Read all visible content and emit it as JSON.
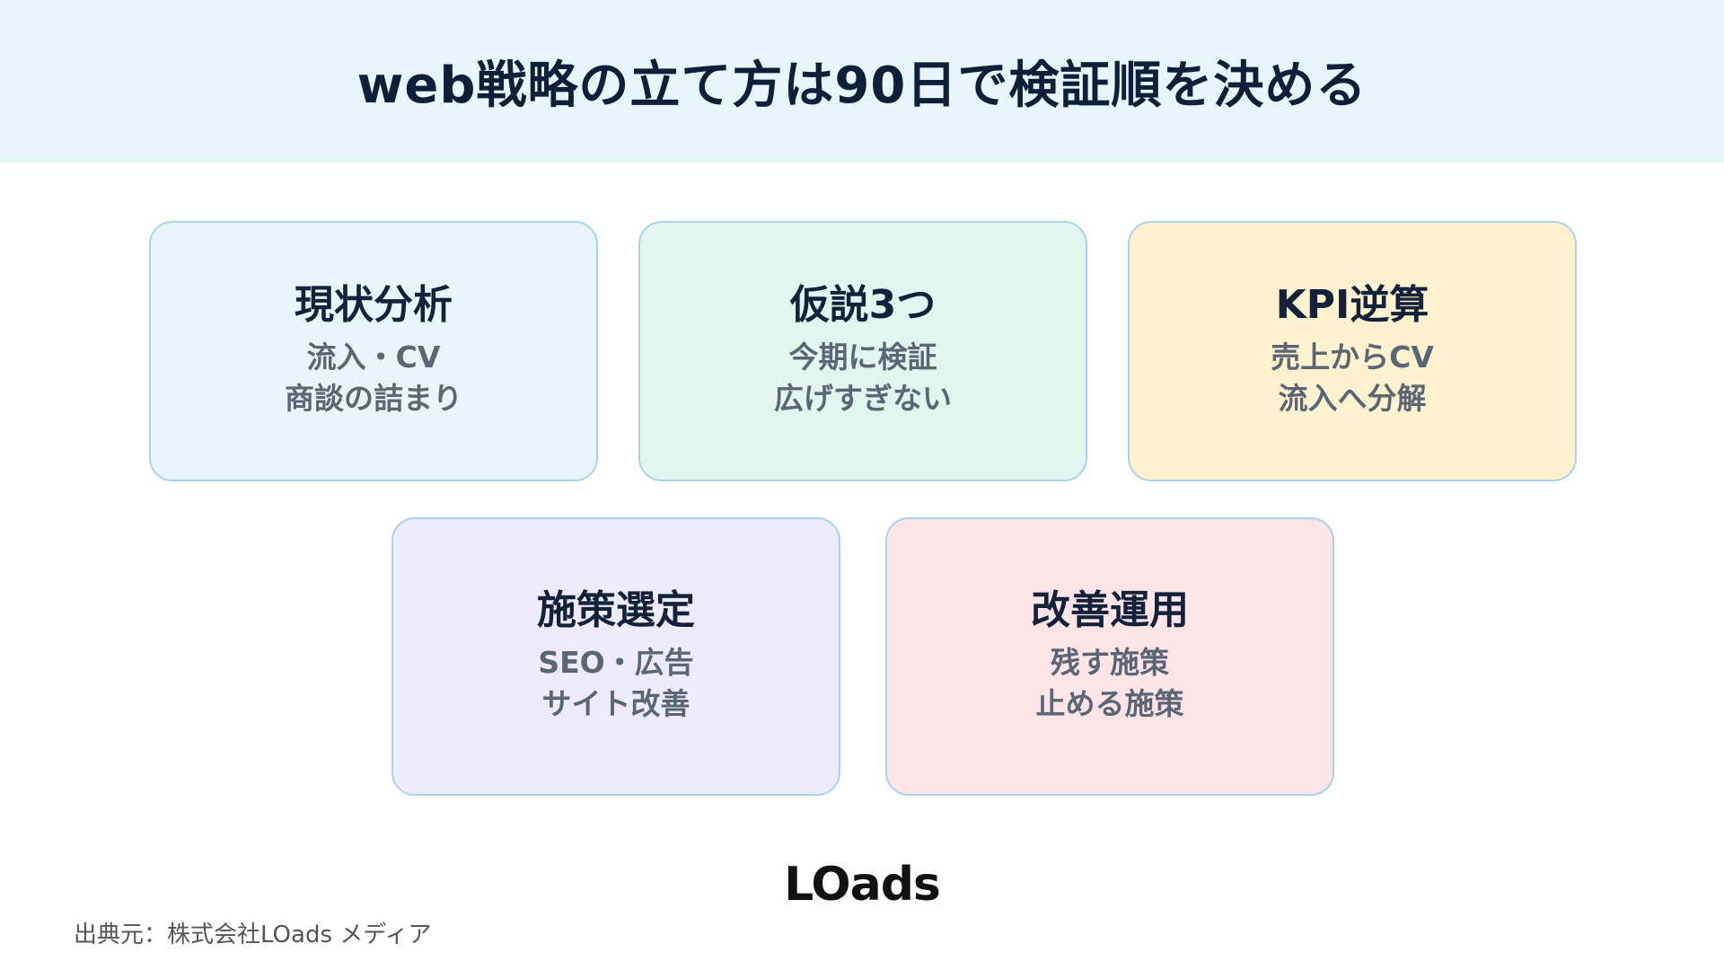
{
  "header": {
    "title": "web戦略の立て方は90日で検証順を決める"
  },
  "cards": [
    {
      "title": "現状分析",
      "line1": "流入・CV",
      "line2": "商談の詰まり",
      "bg": "#e8f5fd"
    },
    {
      "title": "仮説3つ",
      "line1": "今期に検証",
      "line2": "広げすぎない",
      "bg": "#e1f6ef"
    },
    {
      "title": "KPI逆算",
      "line1": "売上からCV",
      "line2": "流入へ分解",
      "bg": "#fef2cf"
    },
    {
      "title": "施策選定",
      "line1": "SEO・広告",
      "line2": "サイト改善",
      "bg": "#eeebfd"
    },
    {
      "title": "改善運用",
      "line1": "残す施策",
      "line2": "止める施策",
      "bg": "#fde4e7"
    }
  ],
  "footer": {
    "logo": "LOads",
    "source": "出典元：株式会社LOads メディア"
  },
  "colors": {
    "header_bg": "#e8f5fd",
    "card_border": "#a8d3ea",
    "title_text": "#0f1f3a",
    "sub_text": "#5b6675"
  }
}
